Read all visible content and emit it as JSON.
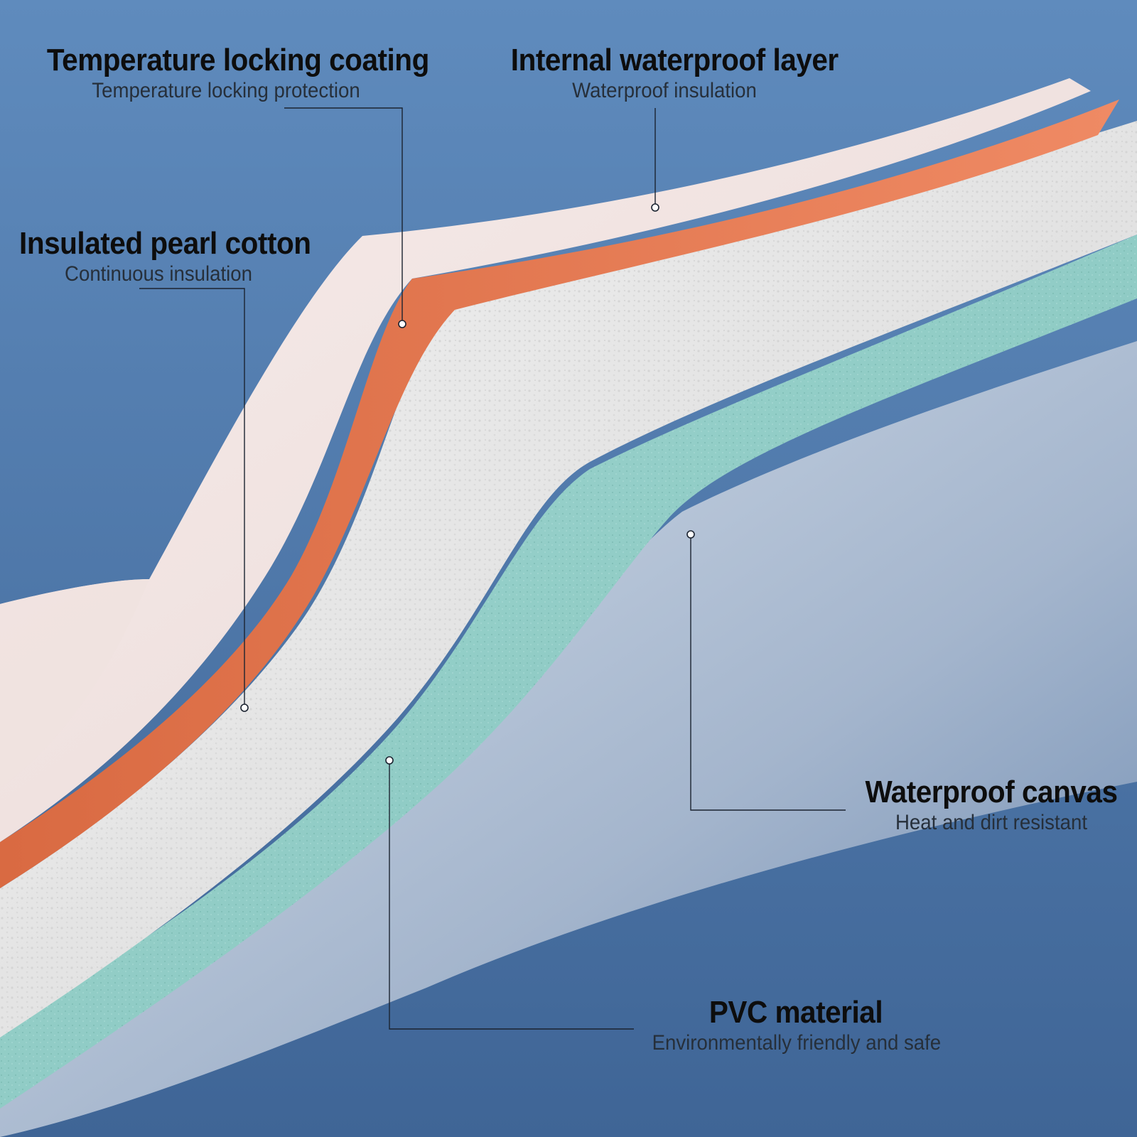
{
  "colors": {
    "background_top": "#5f8bbd",
    "background_bottom": "#3f6596",
    "top_sheet": "#f4e6e4",
    "orange_coating": "#e67a52",
    "pearl_cotton": "#e9e9e9",
    "teal_pvc": "#8ecdc6",
    "bottom_canvas": "#c9d3e1",
    "leader_line": "#1b2330"
  },
  "callouts": {
    "temperature_locking": {
      "title": "Temperature locking coating",
      "subtitle": "Temperature locking protection"
    },
    "internal_waterproof": {
      "title": "Internal waterproof layer",
      "subtitle": "Waterproof insulation"
    },
    "pearl_cotton": {
      "title": "Insulated pearl cotton",
      "subtitle": "Continuous insulation"
    },
    "waterproof_canvas": {
      "title": "Waterproof canvas",
      "subtitle": "Heat and dirt resistant"
    },
    "pvc": {
      "title": "PVC material",
      "subtitle": "Environmentally friendly and safe"
    }
  }
}
